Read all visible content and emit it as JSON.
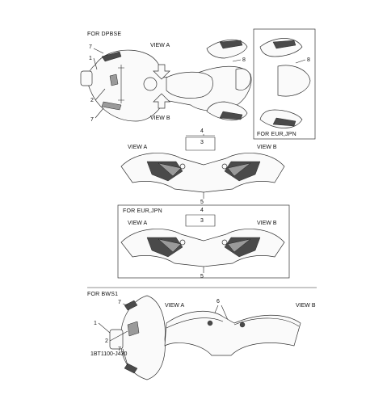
{
  "sections": {
    "dpbse": "FOR  DPBSE",
    "eur_jpn_inset": "FOR EUR,JPN",
    "eur_jpn_views": "FOR EUR,JPN",
    "bws1": "FOR BWS1"
  },
  "views": {
    "view_a": "VIEW A",
    "view_b": "VIEW B"
  },
  "callouts": [
    "1",
    "2",
    "3",
    "4",
    "5",
    "6",
    "7",
    "8"
  ],
  "part_code": "1BT1100-J430",
  "colors": {
    "line": "#222222",
    "decal_light": "#9a9a9a",
    "decal_dark": "#4a4a4a"
  }
}
